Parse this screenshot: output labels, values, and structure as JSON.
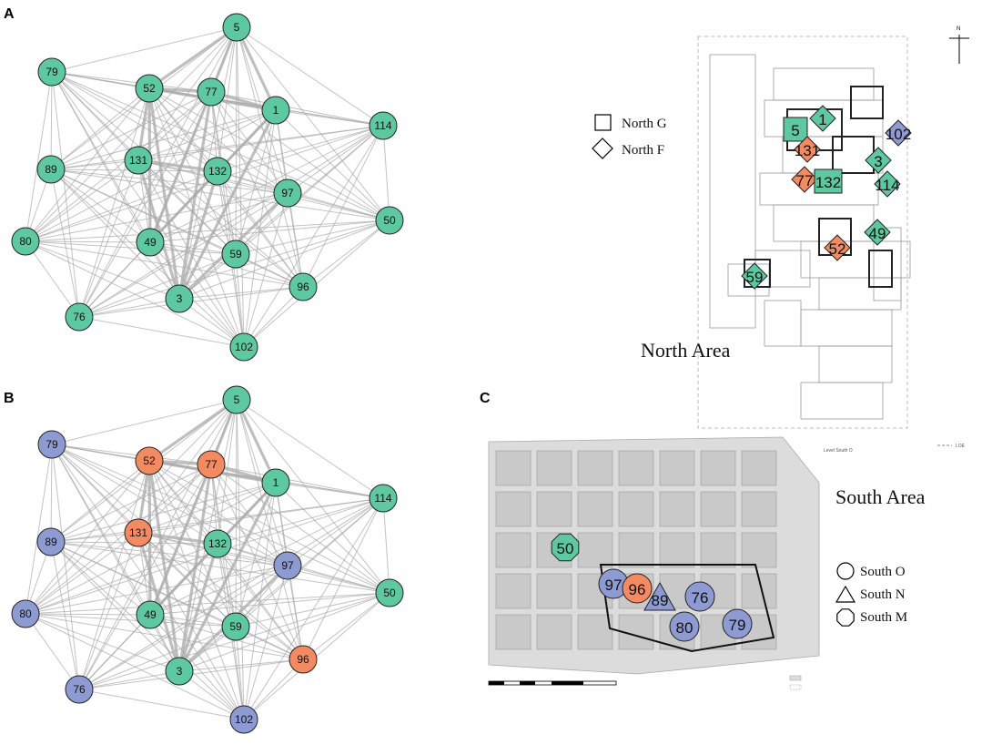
{
  "panels": {
    "a": "A",
    "b": "B",
    "c": "C"
  },
  "colors": {
    "green": "#5ec8a0",
    "orange": "#f38a62",
    "blue": "#8e9bd2",
    "edge": "#aaaaaa"
  },
  "nodes": [
    {
      "id": "5",
      "label": "5",
      "group_b": "green"
    },
    {
      "id": "79",
      "label": "79",
      "group_b": "blue"
    },
    {
      "id": "52",
      "label": "52",
      "group_b": "orange"
    },
    {
      "id": "77",
      "label": "77",
      "group_b": "orange"
    },
    {
      "id": "1",
      "label": "1",
      "group_b": "green"
    },
    {
      "id": "114",
      "label": "114",
      "group_b": "green"
    },
    {
      "id": "89",
      "label": "89",
      "group_b": "blue"
    },
    {
      "id": "131",
      "label": "131",
      "group_b": "orange"
    },
    {
      "id": "132",
      "label": "132",
      "group_b": "green"
    },
    {
      "id": "97",
      "label": "97",
      "group_b": "blue"
    },
    {
      "id": "50",
      "label": "50",
      "group_b": "green"
    },
    {
      "id": "80",
      "label": "80",
      "group_b": "blue"
    },
    {
      "id": "49",
      "label": "49",
      "group_b": "green"
    },
    {
      "id": "59",
      "label": "59",
      "group_b": "green"
    },
    {
      "id": "96",
      "label": "96",
      "group_b": "orange"
    },
    {
      "id": "3",
      "label": "3",
      "group_b": "green"
    },
    {
      "id": "76",
      "label": "76",
      "group_b": "blue"
    },
    {
      "id": "102",
      "label": "102",
      "group_b": "blue"
    }
  ],
  "north": {
    "title": "North Area",
    "legend": [
      {
        "shape": "square",
        "label": "North G"
      },
      {
        "shape": "diamond",
        "label": "North F"
      }
    ],
    "compass": "N",
    "markers": [
      {
        "label": "5",
        "shape": "square",
        "color": "green"
      },
      {
        "label": "1",
        "shape": "diamond",
        "color": "green"
      },
      {
        "label": "102",
        "shape": "diamond",
        "color": "blue"
      },
      {
        "label": "131",
        "shape": "diamond",
        "color": "orange"
      },
      {
        "label": "3",
        "shape": "diamond",
        "color": "green"
      },
      {
        "label": "77",
        "shape": "diamond",
        "color": "orange"
      },
      {
        "label": "132",
        "shape": "square",
        "color": "green"
      },
      {
        "label": "114",
        "shape": "diamond",
        "color": "green"
      },
      {
        "label": "49",
        "shape": "diamond",
        "color": "green"
      },
      {
        "label": "52",
        "shape": "diamond",
        "color": "orange"
      },
      {
        "label": "59",
        "shape": "diamond",
        "color": "green"
      }
    ],
    "loe": "LOE"
  },
  "south": {
    "title": "South Area",
    "legend": [
      {
        "shape": "circle",
        "label": "South O"
      },
      {
        "shape": "triangle",
        "label": "South N"
      },
      {
        "shape": "octagon",
        "label": "South M"
      }
    ],
    "level_label": "Level South O",
    "markers": [
      {
        "label": "50",
        "shape": "octagon",
        "color": "green"
      },
      {
        "label": "97",
        "shape": "circle",
        "color": "blue"
      },
      {
        "label": "96",
        "shape": "circle",
        "color": "orange"
      },
      {
        "label": "89",
        "shape": "triangle",
        "color": "blue"
      },
      {
        "label": "76",
        "shape": "circle",
        "color": "blue"
      },
      {
        "label": "80",
        "shape": "circle",
        "color": "blue"
      },
      {
        "label": "79",
        "shape": "circle",
        "color": "blue"
      }
    ]
  }
}
